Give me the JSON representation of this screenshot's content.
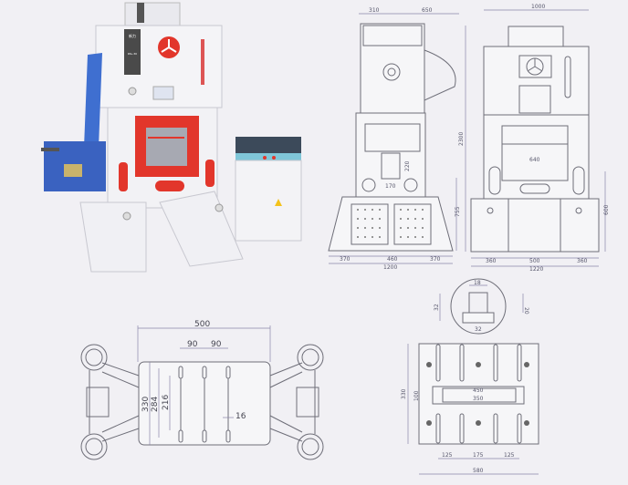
{
  "machine_photo": {
    "brand_label_top": "新力",
    "brand_label_bottom": "PAL-30"
  },
  "side_view": {
    "dims": {
      "top_left": "310",
      "top_right": "650",
      "stroke_height": "220",
      "bolster_gap": "170",
      "bed_height": "755",
      "bottom_left": "370",
      "bottom_mid": "460",
      "bottom_right": "370",
      "total_width": "1200"
    }
  },
  "front_view": {
    "dims": {
      "top_width": "1000",
      "total_height": "2300",
      "slide_width": "640",
      "bed_height": "600",
      "bottom_left": "360",
      "bottom_mid": "500",
      "bottom_right": "360",
      "total_width": "1220"
    }
  },
  "slide_plan": {
    "dims": {
      "width": "500",
      "pitch_a": "90",
      "pitch_b": "90",
      "h1": "330",
      "h2": "284",
      "h3": "216",
      "slot": "16"
    }
  },
  "bolster_plan": {
    "detail_dims": {
      "top": "18",
      "left": "32",
      "right": "20",
      "bottom": "32"
    },
    "dims": {
      "height": "330",
      "slot_h": "100",
      "slot_outer": "450",
      "slot_inner": "350",
      "pitch_a": "125",
      "pitch_b": "175",
      "pitch_c": "125",
      "width": "580"
    }
  },
  "colors": {
    "machine_red": "#e2362b",
    "machine_blue": "#3f6fd0",
    "line": "#6e6e78"
  }
}
